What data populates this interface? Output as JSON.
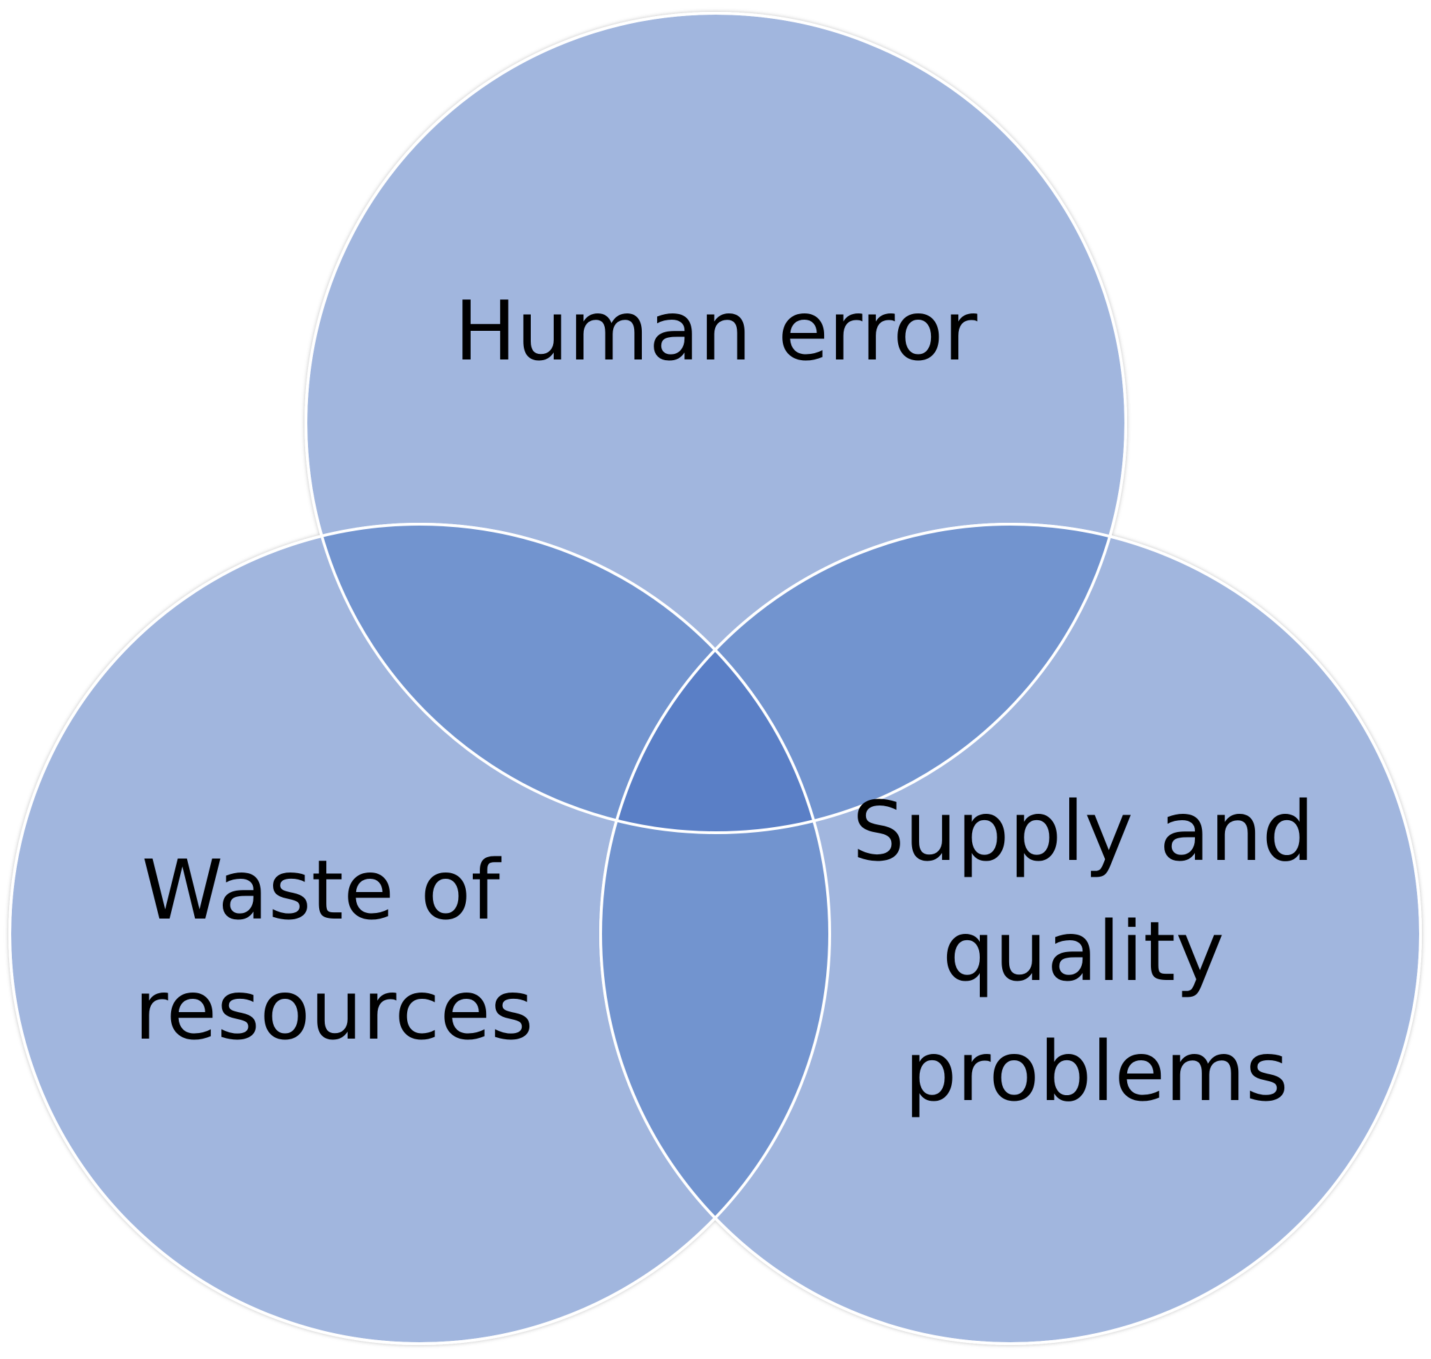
{
  "diagram": {
    "type": "venn",
    "colors": {
      "circle_fill": "#9EB5DE",
      "overlap_two": "#7294CF",
      "overlap_three": "#5A7FC6",
      "outline": "#ffffff"
    },
    "circles": [
      {
        "id": "top",
        "lines": [
          "Human error"
        ]
      },
      {
        "id": "left",
        "lines": [
          "Waste of",
          "resources"
        ]
      },
      {
        "id": "right",
        "lines": [
          "Supply and",
          "quality",
          "problems"
        ]
      }
    ]
  }
}
